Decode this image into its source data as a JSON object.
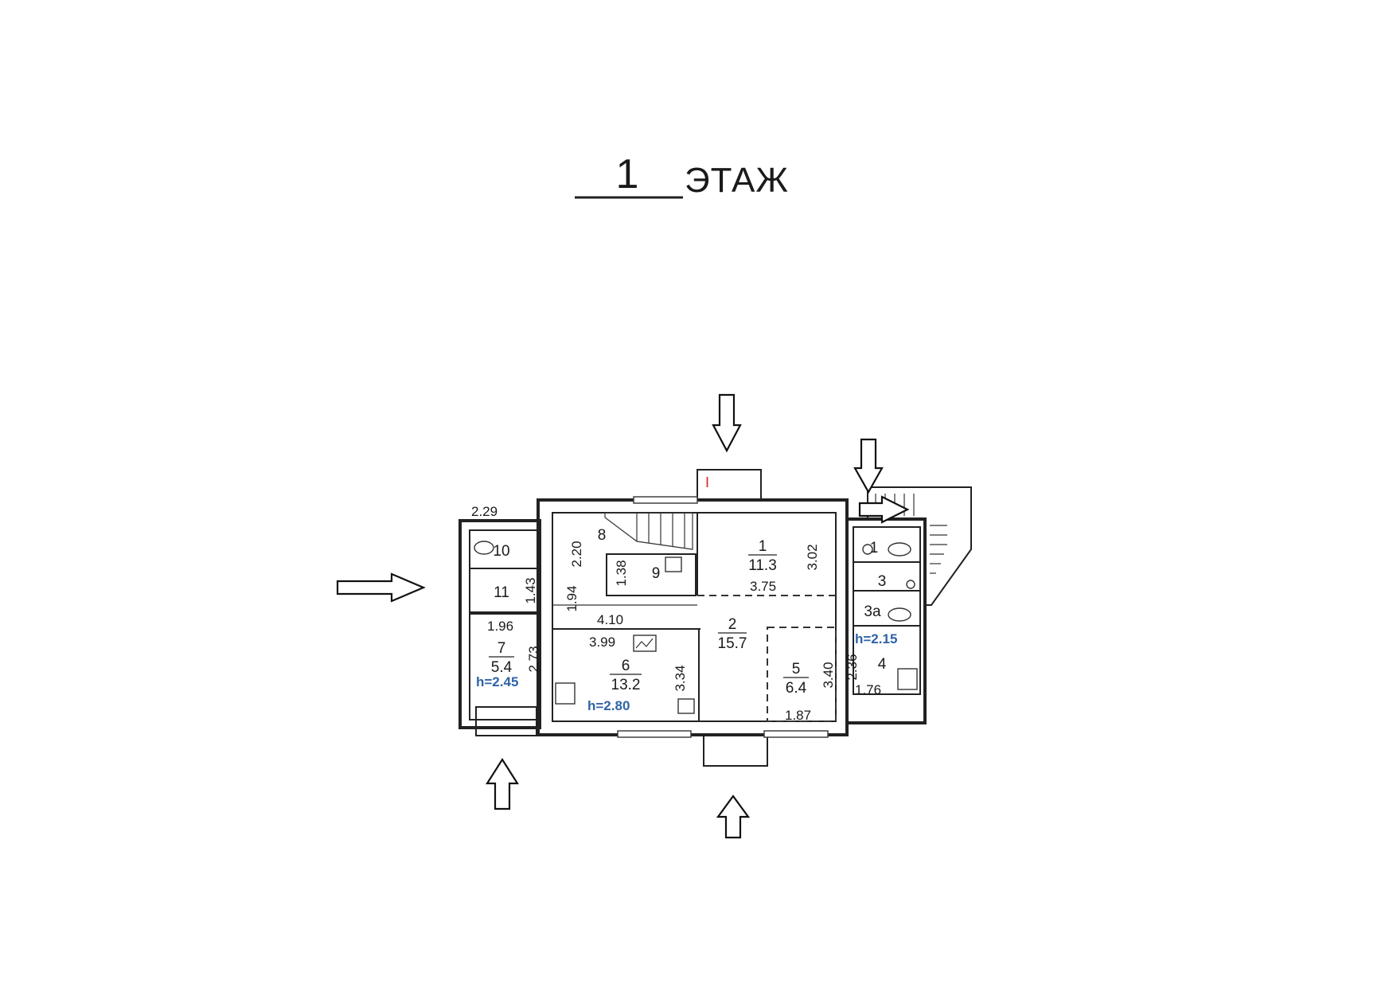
{
  "title": {
    "number": "1",
    "text": "ЭТАЖ"
  },
  "rooms": [
    {
      "id": "1",
      "area": "11.3"
    },
    {
      "id": "2",
      "area": "15.7"
    },
    {
      "id": "5",
      "area": "6.4"
    },
    {
      "id": "6",
      "area": "13.2"
    },
    {
      "id": "7",
      "area": "5.4"
    },
    {
      "id": "8"
    },
    {
      "id": "9"
    },
    {
      "id": "10"
    },
    {
      "id": "11"
    },
    {
      "id": "wc1",
      "label": "1"
    },
    {
      "id": "3",
      "label": "3"
    },
    {
      "id": "3a",
      "label": "3а"
    },
    {
      "id": "4",
      "label": "4"
    }
  ],
  "dimensions": {
    "d229": "2.29",
    "d220": "2.20",
    "d138": "1.38",
    "d302": "3.02",
    "d375": "3.75",
    "d143": "1.43",
    "d194": "1.94",
    "d410": "4.10",
    "d399": "3.99",
    "d196": "1.96",
    "d273": "2.73",
    "d334": "3.34",
    "d340": "3.40",
    "d236": "2.36",
    "d176": "1.76",
    "d187": "1.87"
  },
  "heights": {
    "h215": "h=2.15",
    "h245": "h=2.45",
    "h280": "h=2.80"
  },
  "entrance_marker": "I",
  "colors": {
    "height_label": "#2f63a6",
    "marker": "#d22222",
    "lines": "#222222"
  }
}
